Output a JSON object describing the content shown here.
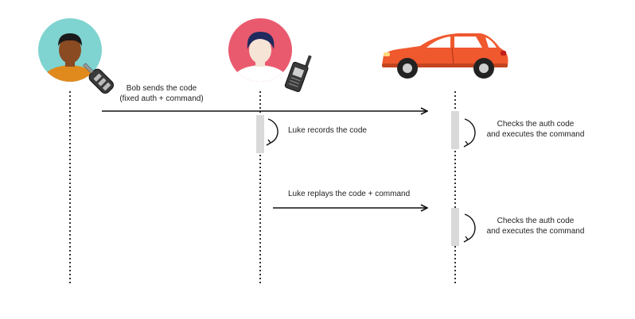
{
  "participants": [
    {
      "icon": "man-avatar-icon"
    },
    {
      "icon": "woman-avatar-icon"
    },
    {
      "icon": "red-car-icon"
    }
  ],
  "props": {
    "key_fob": "car-key-fob-icon",
    "walkie_talkie": "walkie-talkie-icon"
  },
  "messages": {
    "bob_sends": {
      "line1": "Bob sends the code",
      "line2": "(fixed auth + command)"
    },
    "luke_records": "Luke records the code",
    "car_checks_1": {
      "line1": "Checks the auth code",
      "line2": "and executes the command"
    },
    "luke_replays": "Luke replays the code + command",
    "car_checks_2": {
      "line1": "Checks the auth code",
      "line2": "and executes the command"
    }
  },
  "colors": {
    "bob_bg": "#7fd3d0",
    "bob_skin": "#8a4a22",
    "bob_shirt": "#e08a1e",
    "luke_bg": "#ea5a6e",
    "luke_hair": "#1f2a5e",
    "car_body": "#f0582e",
    "activation": "#d9d9d9",
    "arrow": "#111111"
  }
}
